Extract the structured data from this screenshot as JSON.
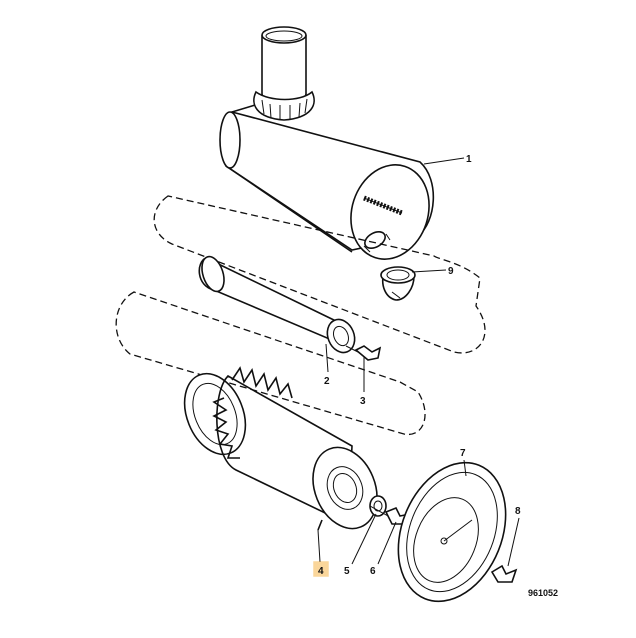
{
  "diagram": {
    "part_labels": [
      "1",
      "2",
      "3",
      "4",
      "5",
      "6",
      "7",
      "8",
      "9"
    ],
    "highlighted_part": "4",
    "highlight_color": "#F5A623",
    "reference_number": "961052"
  }
}
